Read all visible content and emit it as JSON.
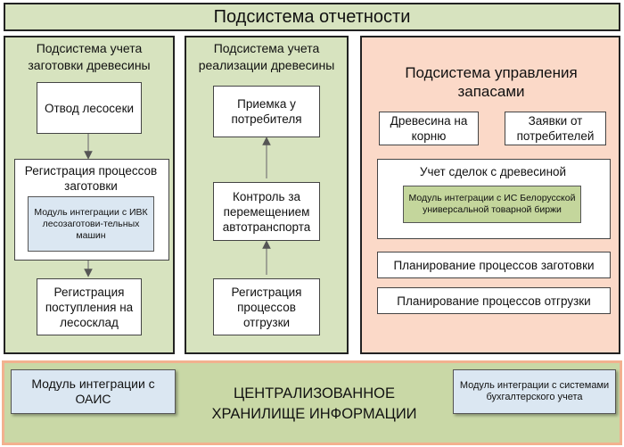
{
  "title": "Подсистема отчетности",
  "col1": {
    "title": "Подсистема учета заготовки древесины",
    "box1": "Отвод лесосеки",
    "box2": "Регистрация процессов заготовки",
    "module": "Модуль интеграции с ИВК лесозаготови-тельных машин",
    "box3": "Регистрация поступления на лесосклад"
  },
  "col2": {
    "title": "Подсистема учета реализации древесины",
    "box1": "Приемка у потребителя",
    "box2": "Контроль за перемещением автотранспорта",
    "box3": "Регистрация процессов отгрузки"
  },
  "col3": {
    "title": "Подсистема управления запасами",
    "box_left": "Древесина на корню",
    "box_right": "Заявки от потребителей",
    "deals": "Учет сделок с древесиной",
    "module": "Модуль интеграции с ИС Белорусской универсальной товарной биржи",
    "plan1": "Планирование процессов заготовки",
    "plan2": "Планирование процессов отгрузки"
  },
  "bottom": {
    "left_module": "Модуль интеграции с ОАИС",
    "center": "ЦЕНТРАЛИЗОВАННОЕ ХРАНИЛИЩЕ ИНФОРМАЦИИ",
    "right_module": "Модуль интеграции с системами бухгалтерского учета"
  },
  "colors": {
    "frame_green": "#d7e3bf",
    "panel_peach": "#fbd9c8",
    "module_blue": "#dbe7f2",
    "module_green": "#c4d69c"
  }
}
